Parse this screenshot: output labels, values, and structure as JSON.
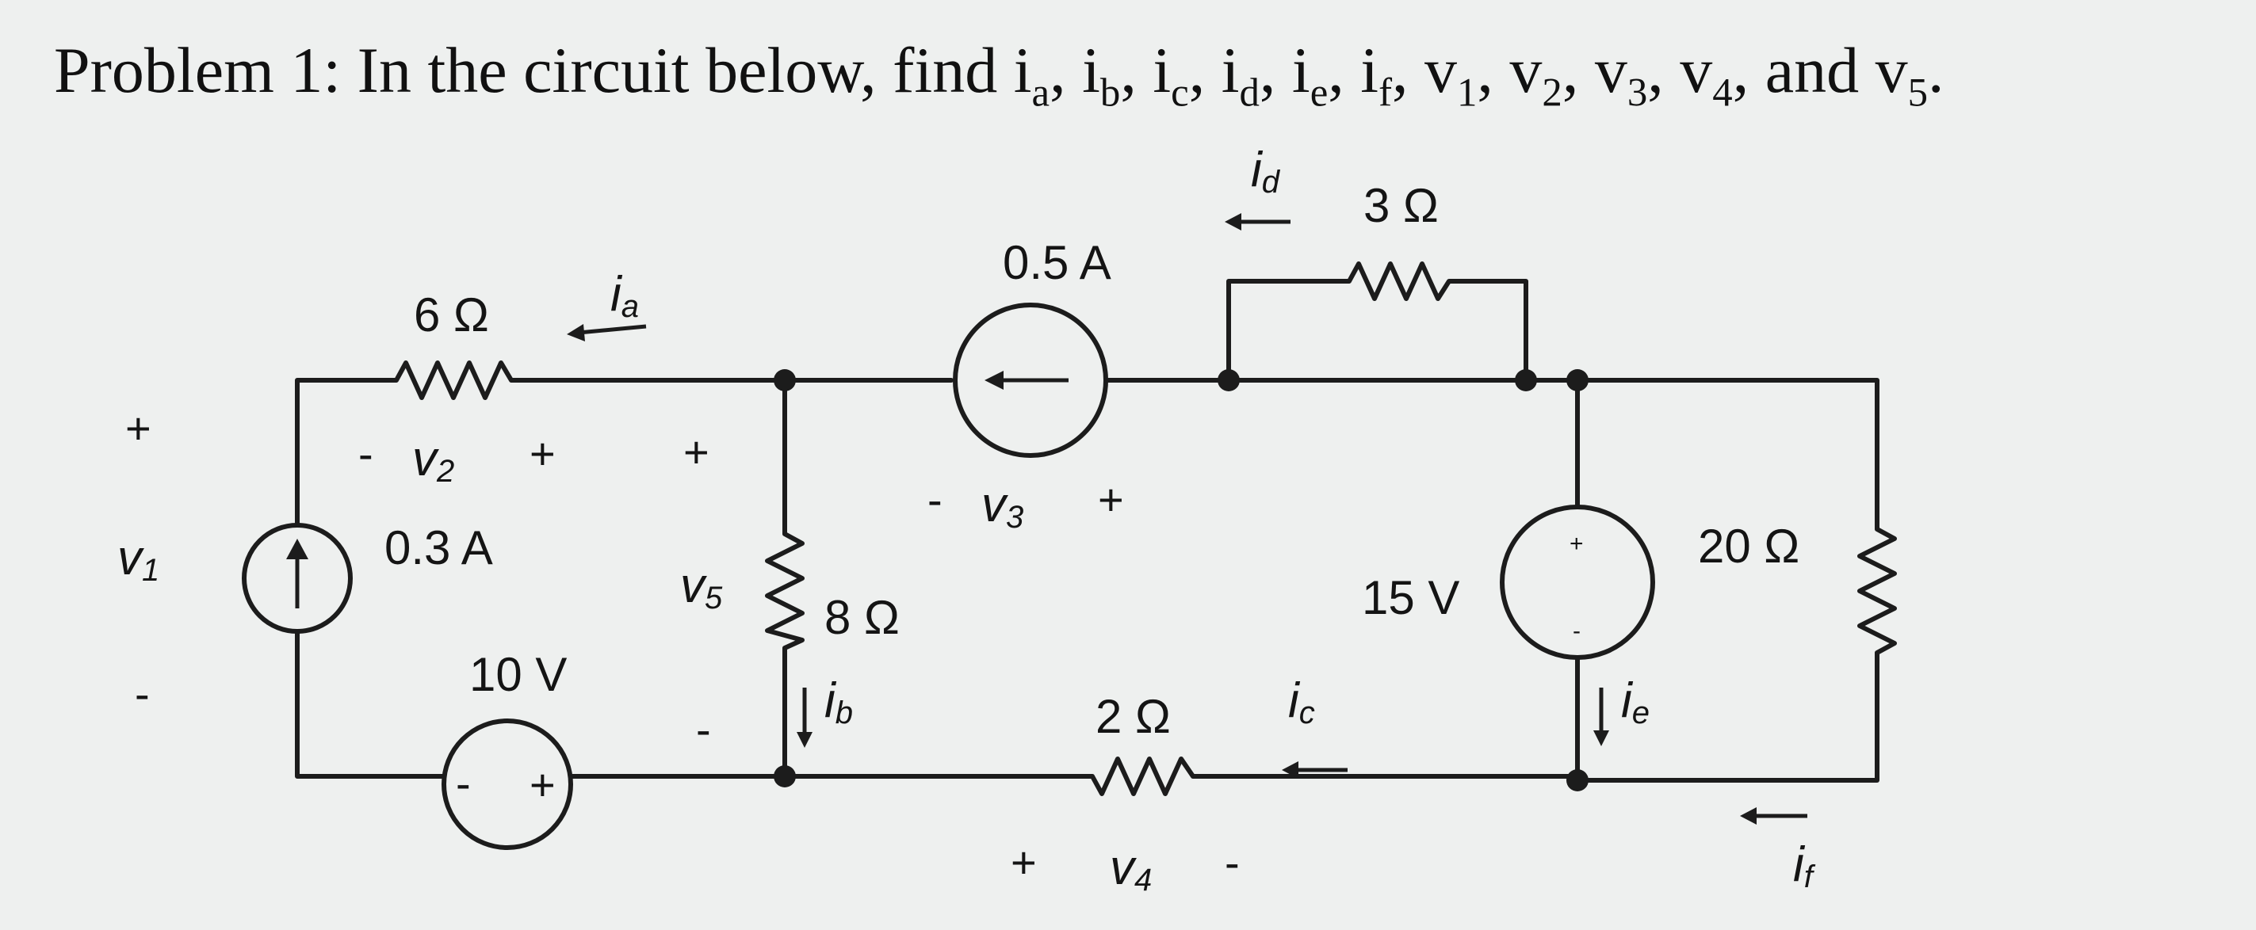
{
  "problem": {
    "label": "Problem 1:",
    "text": "In the circuit below, find",
    "unknowns": [
      "ia",
      "ib",
      "ic",
      "id",
      "ie",
      "if",
      "v1",
      "v2",
      "v3",
      "v4",
      "v5"
    ]
  },
  "labels": {
    "r6": "6 Ω",
    "r8": "8 Ω",
    "r2": "2 Ω",
    "r3": "3 Ω",
    "r20": "20 Ω",
    "src_03": "0.3 A",
    "src_05": "0.5 A",
    "src_10v": "10 V",
    "src_15v": "15 V",
    "plus": "+",
    "minus": "-"
  },
  "vars": {
    "i_base": "i",
    "v_base": "v",
    "a": "a",
    "b": "b",
    "c": "c",
    "d": "d",
    "e": "e",
    "f": "f",
    "n1": "1",
    "n2": "2",
    "n3": "3",
    "n4": "4",
    "n5": "5"
  }
}
